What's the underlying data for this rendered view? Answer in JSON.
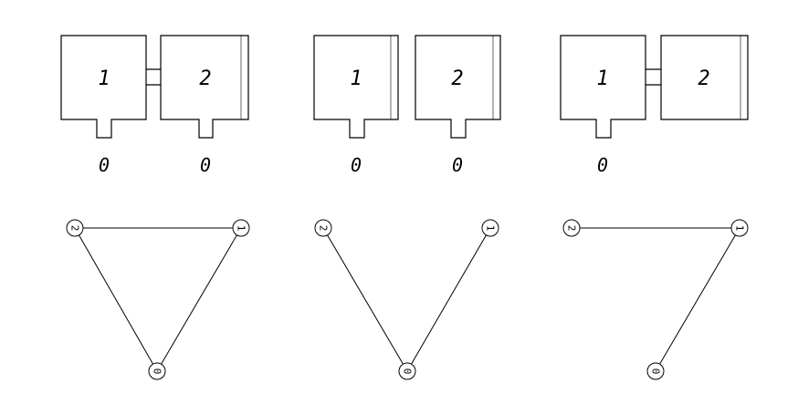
{
  "panels": [
    {
      "rooms": [
        {
          "label": "1"
        },
        {
          "label": "2"
        }
      ],
      "exits": [
        {
          "label": "0"
        },
        {
          "label": "0"
        }
      ],
      "graph": {
        "nodes": [
          {
            "label": "2"
          },
          {
            "label": "1"
          },
          {
            "label": "0"
          }
        ],
        "edges": [
          [
            "2",
            "1"
          ],
          [
            "2",
            "0"
          ],
          [
            "1",
            "0"
          ]
        ]
      }
    },
    {
      "rooms": [
        {
          "label": "1"
        },
        {
          "label": "2"
        }
      ],
      "exits": [
        {
          "label": "0"
        },
        {
          "label": "0"
        }
      ],
      "graph": {
        "nodes": [
          {
            "label": "2"
          },
          {
            "label": "1"
          },
          {
            "label": "0"
          }
        ],
        "edges": [
          [
            "2",
            "0"
          ],
          [
            "1",
            "0"
          ]
        ]
      }
    },
    {
      "rooms": [
        {
          "label": "1"
        },
        {
          "label": "2"
        }
      ],
      "exits": [
        {
          "label": "0"
        }
      ],
      "graph": {
        "nodes": [
          {
            "label": "2"
          },
          {
            "label": "1"
          },
          {
            "label": "0"
          }
        ],
        "edges": [
          [
            "2",
            "1"
          ],
          [
            "1",
            "0"
          ]
        ]
      }
    }
  ]
}
